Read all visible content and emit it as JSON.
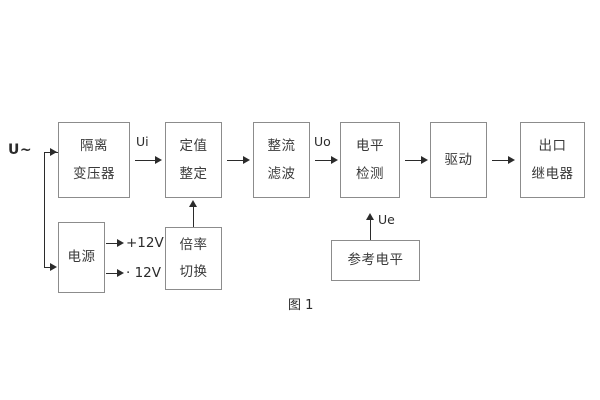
{
  "figure": {
    "caption": "图 1",
    "source_label": "U~",
    "colors": {
      "background": "#ffffff",
      "box_border": "#8c8c8c",
      "box_text": "#3a3a3a",
      "connector": "#2b2b2b",
      "label_text": "#2b2b2b"
    }
  },
  "blocks": [
    {
      "id": "isolation-transformer",
      "lines": [
        "隔离",
        "变压器"
      ]
    },
    {
      "id": "setting-value",
      "lines": [
        "定值",
        "整定"
      ]
    },
    {
      "id": "rectify-filter",
      "lines": [
        "整流",
        "滤波"
      ]
    },
    {
      "id": "level-detect",
      "lines": [
        "电平",
        "检测"
      ]
    },
    {
      "id": "drive",
      "lines": [
        "驱动"
      ]
    },
    {
      "id": "output-relay",
      "lines": [
        "出口",
        "继电器"
      ]
    },
    {
      "id": "power-supply",
      "lines": [
        "电源"
      ]
    },
    {
      "id": "ratio-switch",
      "lines": [
        "倍率",
        "切换"
      ]
    },
    {
      "id": "reference-level",
      "lines": [
        "参考电平"
      ]
    }
  ],
  "signals": {
    "ui": "Ui",
    "uo": "Uo",
    "ue": "Ue"
  },
  "rails": {
    "positive": "+12V",
    "negative": "· 12V"
  }
}
